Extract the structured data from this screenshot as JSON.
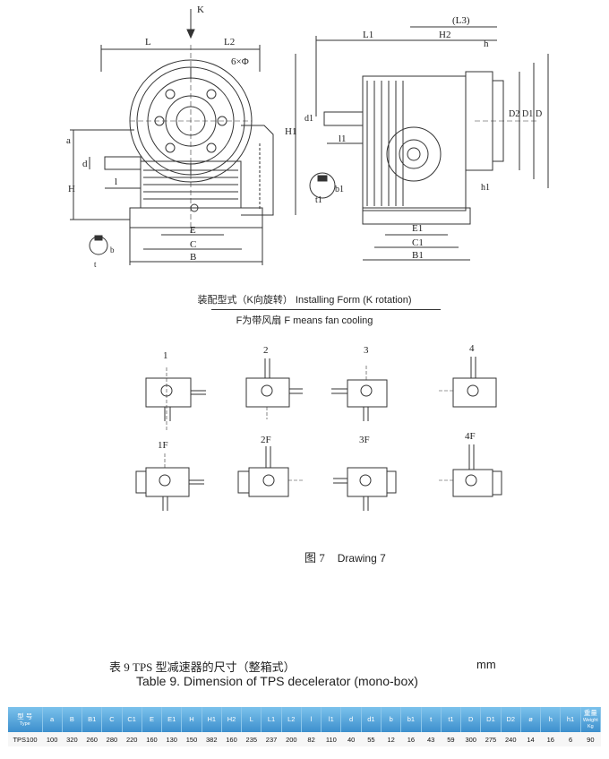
{
  "drawings": {
    "left_view": {
      "labels": [
        "K",
        "L",
        "L2",
        "6×Φ",
        "a",
        "d",
        "H",
        "l",
        "E",
        "C",
        "B",
        "t",
        "b"
      ]
    },
    "right_view": {
      "labels": [
        "L1",
        "(L3)",
        "H2",
        "h",
        "H1",
        "d1",
        "l1",
        "D2",
        "D1",
        "D",
        "t1",
        "b1",
        "h1",
        "E1",
        "C1",
        "B1"
      ]
    },
    "installing_forms": [
      "1",
      "2",
      "3",
      "4",
      "1F",
      "2F",
      "3F",
      "4F"
    ]
  },
  "captions": {
    "installing_form": "装配型式（K向旋转） Installing Form (K rotation)",
    "fan_cooling": "F为带风扇    F means fan cooling",
    "drawing_cn": "图 7",
    "drawing_en": "Drawing 7"
  },
  "table": {
    "caption_cn": "表 9    TPS 型减速器的尺寸（整箱式）",
    "unit": "mm",
    "caption_en": "Table 9. Dimension of TPS decelerator (mono-box)",
    "headers": [
      {
        "main": "型 号",
        "sub": "Type"
      },
      {
        "main": "a",
        "sub": ""
      },
      {
        "main": "B",
        "sub": ""
      },
      {
        "main": "B1",
        "sub": ""
      },
      {
        "main": "C",
        "sub": ""
      },
      {
        "main": "C1",
        "sub": ""
      },
      {
        "main": "E",
        "sub": ""
      },
      {
        "main": "E1",
        "sub": ""
      },
      {
        "main": "H",
        "sub": ""
      },
      {
        "main": "H1",
        "sub": ""
      },
      {
        "main": "H2",
        "sub": ""
      },
      {
        "main": "L",
        "sub": ""
      },
      {
        "main": "L1",
        "sub": ""
      },
      {
        "main": "L2",
        "sub": ""
      },
      {
        "main": "l",
        "sub": ""
      },
      {
        "main": "l1",
        "sub": ""
      },
      {
        "main": "d",
        "sub": ""
      },
      {
        "main": "d1",
        "sub": ""
      },
      {
        "main": "b",
        "sub": ""
      },
      {
        "main": "b1",
        "sub": ""
      },
      {
        "main": "t",
        "sub": ""
      },
      {
        "main": "t1",
        "sub": ""
      },
      {
        "main": "D",
        "sub": ""
      },
      {
        "main": "D1",
        "sub": ""
      },
      {
        "main": "D2",
        "sub": ""
      },
      {
        "main": "ø",
        "sub": ""
      },
      {
        "main": "h",
        "sub": ""
      },
      {
        "main": "h1",
        "sub": ""
      },
      {
        "main": "重量",
        "sub": "Weight Kg"
      }
    ],
    "rows": [
      [
        "TPS100",
        "100",
        "320",
        "260",
        "280",
        "220",
        "160",
        "130",
        "150",
        "382",
        "160",
        "235",
        "237",
        "200",
        "82",
        "110",
        "40",
        "55",
        "12",
        "16",
        "43",
        "59",
        "300",
        "275",
        "240",
        "14",
        "16",
        "6",
        "90"
      ]
    ]
  }
}
